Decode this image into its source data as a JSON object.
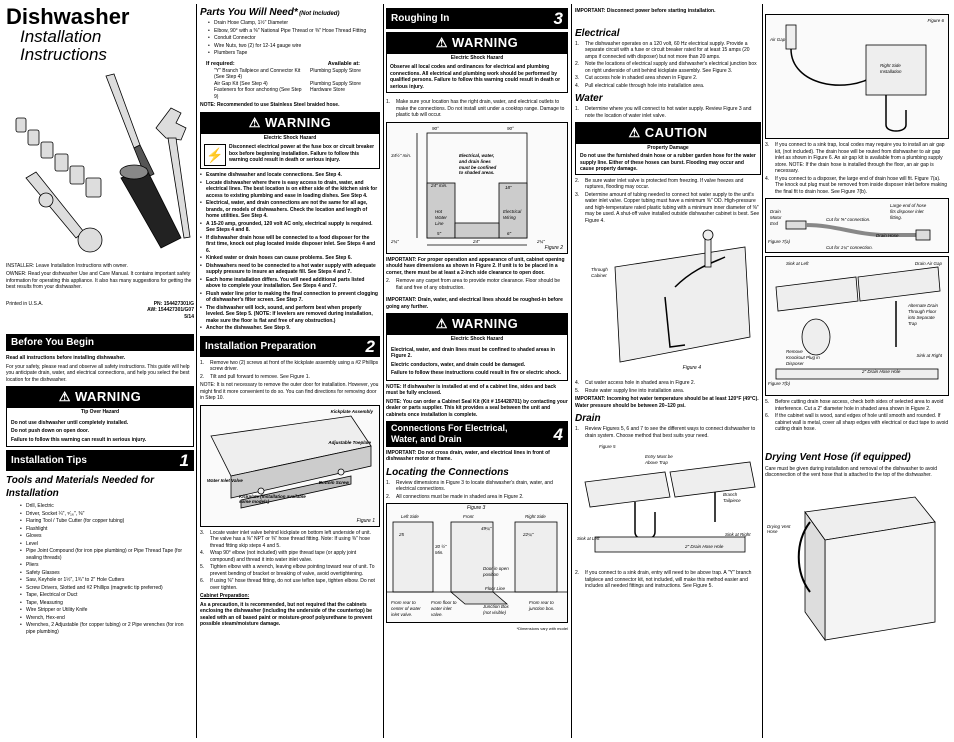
{
  "title": {
    "main": "Dishwasher",
    "sub1": "Installation",
    "sub2": "Instructions"
  },
  "col1": {
    "installer": "INSTALLER: Leave Installation Instructions with owner.",
    "owner": "OWNER: Read your dishwasher Use and Care Manual. It contains important safety information for operating this appliance. It also has many suggestions for getting the best results from your dishwasher.",
    "printed": "Printed in U.S.A.",
    "pn": "PN: 154427301/G",
    "aw": "AW: 154427301/G07",
    "date": "5/14",
    "before_hdr": "Before You Begin",
    "before1": "Read all instructions before installing dishwasher.",
    "before2": "For your safety, please read and observe all safety instructions. This guide will help you anticipate drain, water, and electrical connections, and help you select the best location for the dishwasher.",
    "warn_label": "WARNING",
    "warn_sub": "Tip Over Hazard",
    "warn1": "Do not use dishwasher until completely installed.",
    "warn2": "Do not push down on open door.",
    "warn3": "Failure to follow this warning can result in serious injury.",
    "tips_hdr": "Installation Tips",
    "tips_num": "1",
    "tools_hdr": "Tools and Materials Needed for Installation",
    "tools": [
      "Drill, Electric",
      "Driver, Socket ¼\", ⁵⁄₁₆\", ⅜\"",
      "Flaring Tool / Tube Cutter (for copper tubing)",
      "Flashlight",
      "Gloves",
      "Level",
      "Pipe Joint Compound (for iron pipe plumbing) or Pipe Thread Tape (for sealing threads)",
      "Pliers",
      "Safety Glasses",
      "Saw, Keyhole or 1½\", 1¾\" to 2\" Hole Cutters",
      "Screw Drivers, Slotted and #2 Phillips (magnetic tip preferred)",
      "Tape, Electrical or Duct",
      "Tape, Measuring",
      "Wire Stripper or Utility Knife",
      "Wrench, Hex-end",
      "Wrenches, 2 Adjustable (for copper tubing) or 2 Pipe wrenches (for iron pipe plumbing)"
    ]
  },
  "col2": {
    "parts_hdr": "Parts You Will Need*",
    "parts_note": "(Not Included)",
    "parts": [
      "Drain Hose Clamp, 1½\" Diameter",
      "Elbow, 90° with a ⅜\" National Pipe Thread or ⅜\" Hose Thread Fitting",
      "Conduit Connector",
      "Wire Nuts, two (2) for 12-14 gauge wire",
      "Plumbers Tape"
    ],
    "if_req": "If required:",
    "avail": "Available at:",
    "req_rows": [
      [
        "\"Y\" Branch Tailpiece and Connector Kit (See Step 4)",
        "Plumbing Supply Store"
      ],
      [
        "Air Gap Kit (See Step 4)",
        "Plumbing Supply Store"
      ],
      [
        "Fasteners for floor anchoring (See Step 9)",
        "Hardware Store"
      ]
    ],
    "note": "NOTE: Recommended to use Stainless Steel braided hose.",
    "warn_label": "WARNING",
    "warn_sub": "Electric Shock Hazard",
    "warn_text": "Disconnect electrical power at the fuse box or circuit breaker box before beginning installation. Failure to follow this warning could result in death or serious injury.",
    "bullets": [
      "Examine dishwasher and locate connections. See Step 4.",
      "Locate dishwasher where there is easy access to drain, water, and electrical lines. The best location is on either side of the kitchen sink for access to existing plumbing and ease in loading dishes. See Step 4.",
      "Electrical, water, and drain connections are not the same for all age, brands, or models of dishwashers. Check the location and length of home utilities. See Step 4.",
      "A 15-20 amp, grounded, 120 volt AC only, electrical supply is required. See Steps 4 and 8.",
      "If dishwasher drain hose will be connected to a food disposer for the first time, knock out plug located inside disposer inlet. See Steps 4 and 6.",
      "Kinked water or drain hoses can cause problems. See Step 6.",
      "Dishwashers need to be connected to a hot water supply with adequate supply pressure to insure an adequate fill. See Steps 4 and 7.",
      "Each home installation differs. You will need additional parts listed above to complete your installation. See Steps 4 and 7.",
      "Flush water line prior to making the final connection to prevent clogging of dishwasher's filter screen. See Step 7.",
      "The dishwasher will lock, sound, and perform best when properly leveled. See Step 5. (NOTE: If levelers are removed during installation, make sure the floor is flat and free of any obstruction.)",
      "Anchor the dishwasher. See Step 9."
    ],
    "prep_hdr": "Installation Preparation",
    "prep_num": "2",
    "prep1": "Remove two (2) screws at front of the kickplate assembly using a #2 Phillips screw driver.",
    "prep2": "Tilt and pull forward to remove. See Figure 1.",
    "prep_note": "NOTE: It is not necessary to remove the outer door for installation. However, you might find it more convenient to do so. You can find directions for removing door in Step 10.",
    "fig1_kick": "Kickplate Assembly",
    "fig1_adj": "Adjustable Toeplate",
    "fig1_inlet": "Water Inlet Valve",
    "fig1_kp": "Kickplate (installation available some models)",
    "fig1_bs": "Bottom Screw",
    "fig1_cap": "Figure 1",
    "p3": "Locate water inlet valve behind kickplate on bottom left underside of unit. The valve has a ⅜\" NPT or ⅜\" hose thread fitting. Note: If using ⅜\" hose thread fitting skip steps 4 and 5.",
    "p4": "Wrap 90° elbow (not included) with pipe thread tape (or apply joint compound) and thread it into water inlet valve.",
    "p5": "Tighten elbow with a wrench, leaving elbow pointing toward rear of unit. To prevent bending of bracket or breaking of valve, avoid overtightening.",
    "p6": "If using ⅜\" hose thread fitting, do not use teflon tape, tighten elbow. Do not over tighten.",
    "cab_hdr": "Cabinet Preparation:",
    "cab_text": "As a precaution, it is recommended, but not required that the cabinets enclosing the dishwasher (including the underside of the countertop) be sealed with an oil based paint or moisture-proof polyurethane to prevent possible steam/moisture damage."
  },
  "col3": {
    "rough_hdr": "Roughing In",
    "rough_num": "3",
    "warn_label": "WARNING",
    "warn_sub": "Electric Shock Hazard",
    "warn_text": "Observe all local codes and ordinances for electrical and plumbing connections. All electrical and plumbing work should be performed by qualified persons. Failure to follow this warning could result in death or serious injury.",
    "p1": "Make sure your location has the right drain, water, and electrical outlets to make the connections. Do not install unit under a cooktop range. Damage to plastic tub will occur.",
    "fig2_cap": "Figure 2",
    "fig2_labels": {
      "a": "90°",
      "b": "90°",
      "c": "34½\" min.",
      "d": "24\" min.",
      "e": "18\"",
      "f": "Electrical, water, and drain lines must be confined to shaded areas.",
      "g": "Hot Water Line",
      "h": "Electrical Wiring",
      "i": "5\"",
      "j": "6\"",
      "k": "2¼\"",
      "l": "2¼\"",
      "m": "24\""
    },
    "imp1": "IMPORTANT: For proper operation and appearance of unit, cabinet opening should have dimensions as shown in Figure 2. If unit is to be placed in a corner, there must be at least a 2-inch side clearance to open door.",
    "p2": "Remove any carpet from area to provide motor clearance. Floor should be flat and free of any obstruction.",
    "imp2": "IMPORTANT: Drain, water, and electrical lines should be roughed-in before going any further.",
    "warn2_label": "WARNING",
    "warn2_sub": "Electric Shock Hazard",
    "warn2_t1": "Electrical, water, and drain lines must be confined to shaded areas in Figure 2.",
    "warn2_t2": "Electric conductors, water, and drain could be damaged.",
    "warn2_t3": "Failure to follow these instructions could result in fire or electric shock.",
    "note1": "NOTE: If dishwasher is installed at end of a cabinet line, sides and back must be fully enclosed.",
    "note2": "NOTE: You can order a Cabinet Seal Kit (Kit # 154428701) by contacting your dealer or parts supplier. This kit provides a seal between the unit and cabinets once installation is complete.",
    "conn_hdr": "Connections For Electrical, Water, and Drain",
    "conn_num": "4",
    "imp3": "IMPORTANT: Do not cross drain, water, and electrical lines in front of dishwasher motor or frame.",
    "loc_hdr": "Locating the Connections",
    "loc1": "Review dimensions in Figure 3 to locate dishwasher's drain, water, and electrical connections.",
    "loc2": "All connections must be made in shaded area in Figure 2.",
    "fig3_cap": "Figure 3",
    "fig3_labels": {
      "a": "Left Side",
      "b": "Front",
      "c": "Right Side",
      "d": "25",
      "e": "22¼\"",
      "f": "49¼\"",
      "g": "Door in open position",
      "h": "Floor Line",
      "i": "From rear to center of water inlet valve.",
      "j": "From floor to water inlet valve.",
      "k": "Junction Box (not visible)",
      "l": "From rear to junction box.",
      "m": "30 ½\" Min."
    },
    "fig3_foot": "*Dimensions vary with model"
  },
  "col4": {
    "imp0": "IMPORTANT: Disconnect power before starting installation.",
    "elec_hdr": "Electrical",
    "e1": "The dishwasher operates on a 120 volt, 60 Hz electrical supply. Provide a separate circuit with a fuse or circuit breaker rated for at least 15 amps (20 amps if connected with disposer) but not more than 20 amps.",
    "e2": "Note the locations of electrical supply and dishwasher's electrical junction box on right underside of unit behind kickplate assembly. See Figure 3.",
    "e3": "Cut access hole in shaded area shown in Figure 2.",
    "e4": "Pull electrical cable through hole into installation area.",
    "water_hdr": "Water",
    "w1": "Determine where you will connect to hot water supply. Review Figure 3 and note the location of water inlet valve.",
    "caution_label": "CAUTION",
    "caution_sub": "Property Damage",
    "caution_text": "Do not use the furnished drain hose or a rubber garden hose for the water supply line. Either of these hoses can burst. Flooding may occur and cause property damage.",
    "w2": "Be sure water inlet valve is protected from freezing. If valve freezes and ruptures, flooding may occur.",
    "w3": "Determine amount of tubing needed to connect hot water supply to the unit's water inlet valve. Copper tubing must have a minimum ⅜\" OD. High-pressure and high-temperature rated plastic tubing with a minimum inner diameter of ⅜\" may be used. A shut-off valve installed outside dishwasher cabinet is best. See Figure 4.",
    "fig4_through": "Through Cabinet",
    "fig4_cap": "Figure 4",
    "w4": "Cut water access hole in shaded area in Figure 2.",
    "w5": "Route water supply line into installation area.",
    "imp1": "IMPORTANT: Incoming hot water temperature should be at least 120°F (49°C). Water pressure should be between 20–120 psi.",
    "drain_hdr": "Drain",
    "d1": "Review Figures 5, 6 and 7 to see the different ways to connect dishwasher to drain system. Choose method that best suits your need.",
    "fig5_cap": "Figure 5",
    "fig5_labels": {
      "a": "Entry Must be Above Trap",
      "b": "Branch Tailpiece",
      "c": "Sink at Left",
      "d": "Sink at Right",
      "e": "2\" Drain Hose Hole"
    },
    "d2": "If you connect to a sink drain, entry will need to be above trap. A \"Y\" branch tailpiece and connector kit, not included, will make this method easier and includes all needed fittings and instructions. See Figure 5."
  },
  "col5": {
    "fig6_cap": "Figure 6",
    "fig6_labels": {
      "a": "Air Gap",
      "b": "Right Side Installation"
    },
    "s3": "If you connect to a sink trap, local codes may require you to install an air gap kit, (not included). The drain hose will be routed from dishwasher to air gap inlet as shown in Figure 6. An air gap kit is available from a plumbing supply store. NOTE: If the drain hose is installed through the floor, an air gap is necessary.",
    "s4": "If you connect to a disposer, the large end of drain hose will fit. Figure 7(a). The knock out plug must be removed from inside disposer inlet before making the final fit to drain hose. See Figure 7(b).",
    "fig7a_cap": "Figure 7(a)",
    "fig7a_labels": {
      "a": "Drain Motor End",
      "b": "Cut for ⅝\" connection.",
      "c": "Large end of hose fits disposer inlet fitting.",
      "d": "Drain Hose",
      "e": "Cut for 1¼\" connection."
    },
    "fig7b_cap": "Figure 7(b)",
    "fig7b_labels": {
      "a": "Sink at Left",
      "b": "Drain Air Gap",
      "c": "Alternate Drain Through Floor into Separate Trap",
      "d": "Remove Knockout Plug in Disposer",
      "e": "Sink at Right",
      "f": "2\" Drain Hose Hole"
    },
    "s5": "Before cutting drain hose access, check both sides of selected area to avoid interference. Cut a 2\" diameter hole in shaded area shown in Figure 2.",
    "s6": "If the cabinet wall is wood, sand edges of hole until smooth and rounded. If cabinet wall is metal, cover all sharp edges with electrical or duct tape to avoid cutting drain hose.",
    "vent_hdr": "Drying Vent Hose (if equipped)",
    "vent_text": "Care must be given during installation and removal of the dishwasher to avoid disconnection of the vent hose that is attached to the top of the dishwasher.",
    "vent_fig": "Drying Vent Hose"
  }
}
